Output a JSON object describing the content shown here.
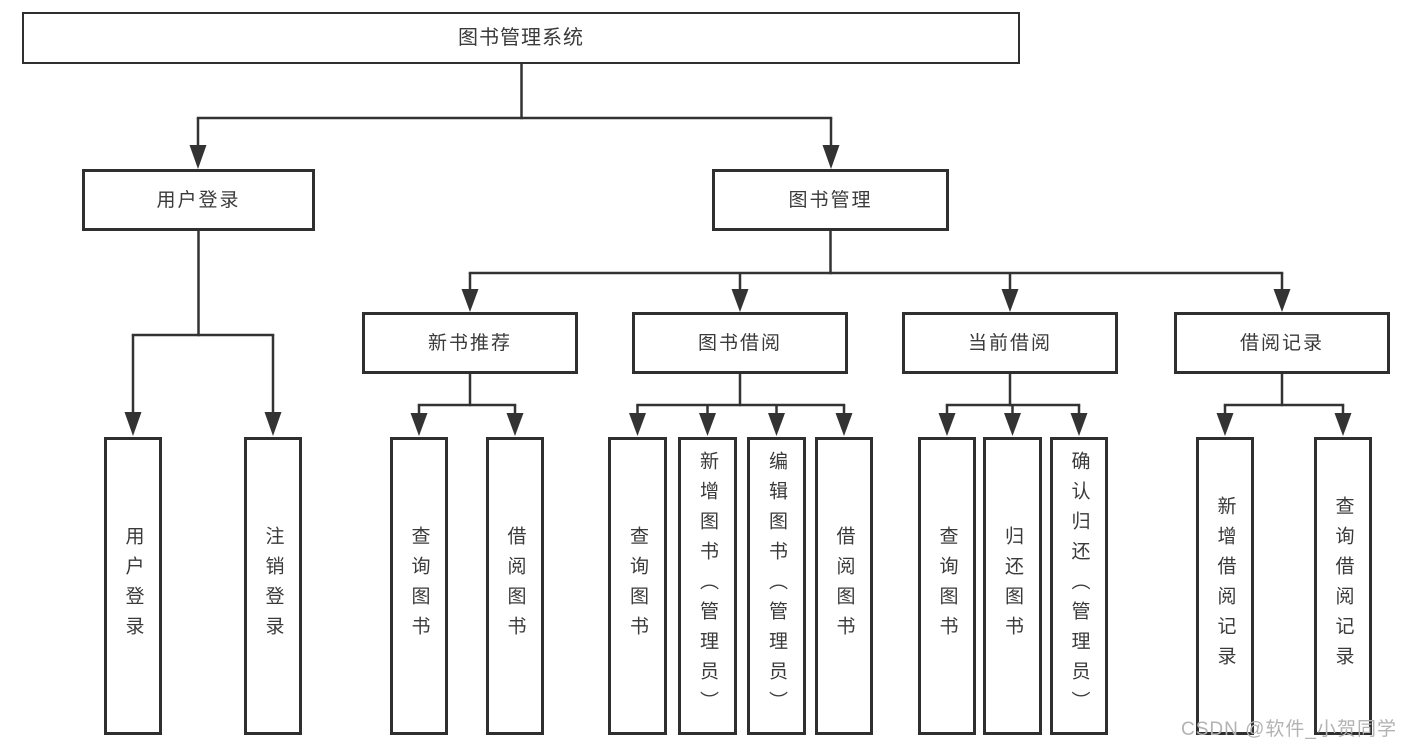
{
  "tree": {
    "root": "图书管理系统",
    "level2": [
      "用户登录",
      "图书管理"
    ],
    "login_children": [
      "用户登录",
      "注销登录"
    ],
    "modules": [
      {
        "label": "新书推荐",
        "children": [
          "查询图书",
          "借阅图书"
        ]
      },
      {
        "label": "图书借阅",
        "children": [
          "查询图书",
          "新增图书（管理员）",
          "编辑图书（管理员）",
          "借阅图书"
        ]
      },
      {
        "label": "当前借阅",
        "children": [
          "查询图书",
          "归还图书",
          "确认归还（管理员）"
        ]
      },
      {
        "label": "借阅记录",
        "children": [
          "新增借阅记录",
          "查询借阅记录"
        ]
      }
    ]
  },
  "watermark": "CSDN @软件_小贺同学",
  "colors": {
    "line": "#333333",
    "box_border": "#2f2f2f",
    "box_fill": "#ffffff",
    "text": "#3a3a3a",
    "watermark": "#b3b3b3",
    "background": "#ffffff"
  }
}
